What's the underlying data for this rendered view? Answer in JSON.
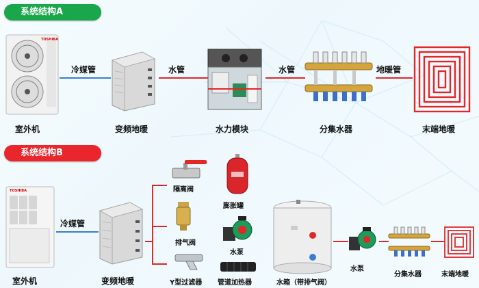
{
  "section_a": {
    "title": "系统结构A",
    "outdoor_unit": "室外机",
    "converter": "变频地暖",
    "hydraulic_module": "水力模块",
    "manifold": "分集水器",
    "floor_heating": "末端地暖",
    "pipe_refrigerant": "冷媒管",
    "pipe_water_1": "水管",
    "pipe_water_2": "水管",
    "pipe_floor": "地暖管",
    "brand_logo": "TOSHIBA"
  },
  "section_b": {
    "title": "系统结构B",
    "outdoor_unit": "室外机",
    "converter": "变频地暖",
    "pipe_refrigerant": "冷媒管",
    "isolation_valve": "隔离阀",
    "air_vent_valve": "排气阀",
    "y_filter": "Y型过滤器",
    "expansion_tank": "膨胀罐",
    "water_pump_1": "水泵",
    "pipe_heater": "管道加热器",
    "water_tank": "水箱（带排气阀）",
    "water_pump_2": "水泵",
    "manifold": "分集水器",
    "floor_heating": "末端地暖",
    "brand_logo": "TOSHIBA"
  },
  "colors": {
    "pill_a": "#1aa64a",
    "pill_b": "#e8262b",
    "water_pipe": "#e32626",
    "refrigerant_pipe": "#3a7bd5"
  }
}
